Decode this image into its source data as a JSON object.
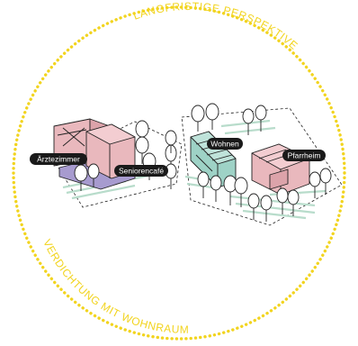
{
  "ring": {
    "top_text": "LANGFRISTIGE PERSPEKTIVE",
    "bottom_text": "VERDICHTUNG MIT WOHNRAUM"
  },
  "labels": {
    "aerztezimmer": "Ärztezimmer",
    "seniorencafe": "Seniorencafé",
    "wohnen": "Wohnen",
    "pfarrheim": "Pfarrheim"
  },
  "colors": {
    "ring": "#f2d41f",
    "arc_text": "#f2d41f",
    "building_pink": "#e9b8bd",
    "building_purple": "#a79bcf",
    "building_teal": "#9ed2c6",
    "lawn_stripe": "#b8dccb",
    "label_bg": "#1a1a1a",
    "label_text": "#ffffff",
    "outline": "#222222"
  }
}
